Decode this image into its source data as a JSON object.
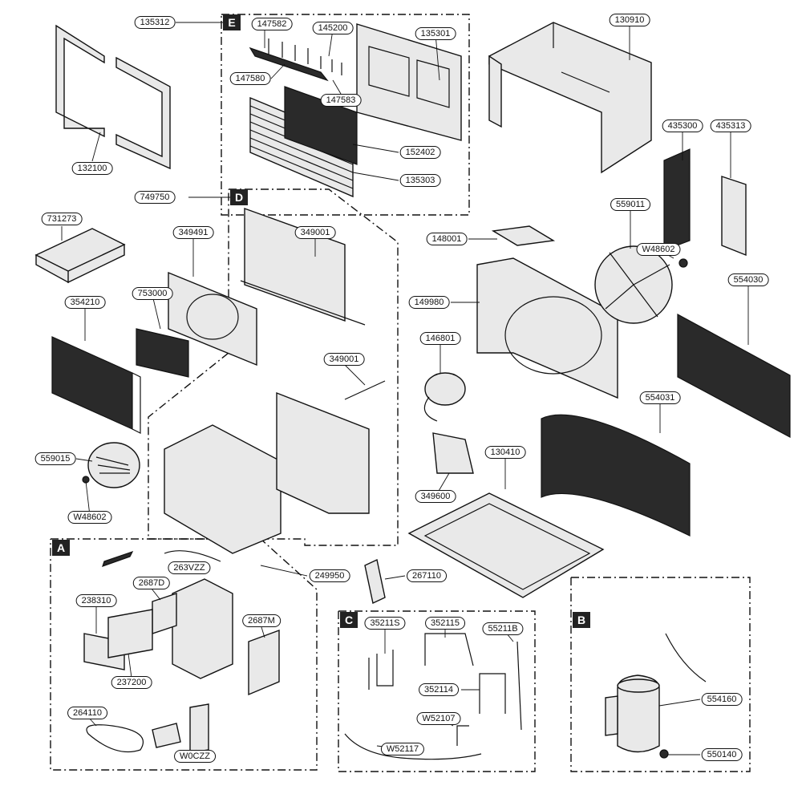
{
  "sections": [
    "E",
    "D",
    "A",
    "C",
    "B"
  ],
  "parts": [
    "135312",
    "147582",
    "145200",
    "135301",
    "130910",
    "147580",
    "147583",
    "132100",
    "152402",
    "135303",
    "749750",
    "731273",
    "349491",
    "349001",
    "148001",
    "559011",
    "435300",
    "435313",
    "W48602",
    "554030",
    "753000",
    "354210",
    "149980",
    "146801",
    "349001",
    "554031",
    "559015",
    "W48602",
    "130410",
    "349600",
    "263VZZ",
    "249950",
    "267110",
    "2687D",
    "238310",
    "2687M",
    "237200",
    "264110",
    "W0CZZ",
    "35211S",
    "352115",
    "55211B",
    "352114",
    "W52107",
    "W52117",
    "554160",
    "550140"
  ]
}
